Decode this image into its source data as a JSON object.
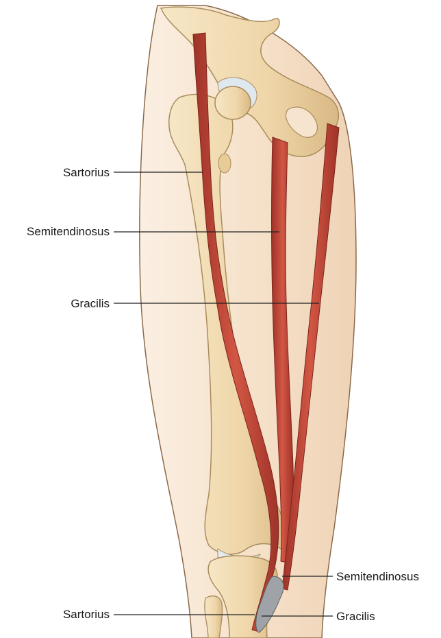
{
  "labels": {
    "sartorius_top": "Sartorius",
    "semitendinosus_top": "Semitendinosus",
    "gracilis_top": "Gracilis",
    "semitendinosus_bottom": "Semitendinosus",
    "sartorius_bottom": "Sartorius",
    "gracilis_bottom": "Gracilis"
  },
  "colors": {
    "skin": "#f7e4cf",
    "bone": "#f1dcb2",
    "bone_outline": "#a98c5c",
    "muscle": "#c2483a",
    "muscle_dark": "#8f2a22",
    "leader_line": "#222222"
  }
}
